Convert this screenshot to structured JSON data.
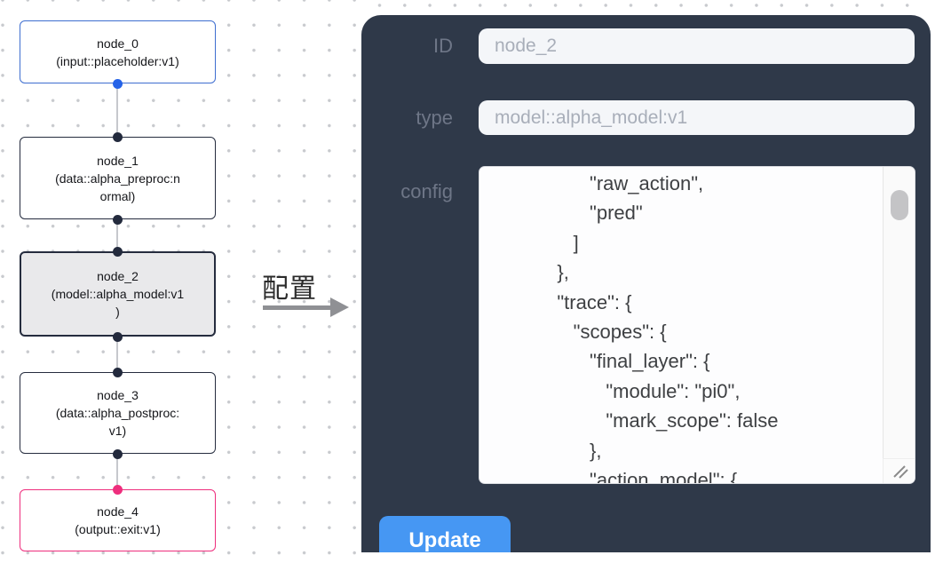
{
  "graph": {
    "nodes": [
      {
        "title": "node_0",
        "subtitle": "(input::placeholder:v1)",
        "role": "input"
      },
      {
        "title": "node_1",
        "subtitle": "(data::alpha_preproc:n\normal)",
        "role": "processor"
      },
      {
        "title": "node_2",
        "subtitle": "(model::alpha_model:v1\n)",
        "role": "model",
        "selected": true
      },
      {
        "title": "node_3",
        "subtitle": "(data::alpha_postproc:\nv1)",
        "role": "processor"
      },
      {
        "title": "node_4",
        "subtitle": "(output::exit:v1)",
        "role": "output"
      }
    ]
  },
  "transfer": {
    "label": "配置"
  },
  "config_panel": {
    "id_field": {
      "label": "ID",
      "value": "node_2"
    },
    "type_field": {
      "label": "type",
      "value": "model::alpha_model:v1"
    },
    "config_field": {
      "label": "config",
      "value": "                  \"raw_action\",\n                  \"pred\"\n               ]\n            },\n            \"trace\": {\n               \"scopes\": {\n                  \"final_layer\": {\n                     \"module\": \"pi0\",\n                     \"mark_scope\": false\n                  },\n                  \"action_model\": {"
    },
    "update_button": {
      "label": "Update"
    }
  },
  "colors": {
    "panel_bg": "#2f3949",
    "button_blue": "#4697f3",
    "node_border_default": "#252c3e",
    "node_border_input": "#3e6ed0",
    "node_border_output": "#ee2e7d",
    "node_selected_bg": "#e9e9eb",
    "port_dot_default": "#232a3d",
    "port_dot_input": "#2563e8",
    "port_dot_output": "#ee2e7d",
    "edge_line": "#c6c8cd",
    "field_label_gray": "#6e7687",
    "field_value_gray": "#a8aeb9"
  }
}
